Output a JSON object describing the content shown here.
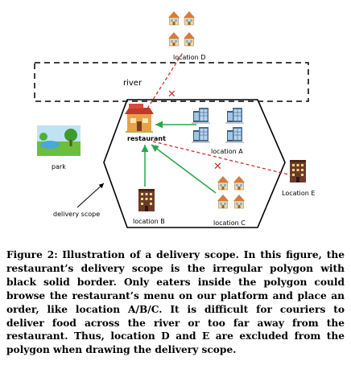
{
  "diagram": {
    "labels": {
      "location_d": "location D",
      "river": "river",
      "restaurant": "restaurant",
      "location_a": "location A",
      "park": "park",
      "location_e": "Location E",
      "delivery_scope": "delivery scope",
      "location_b": "location B",
      "location_c": "location C"
    },
    "blocked_marker": "✕",
    "colors": {
      "allowed_route": "#2aa64a",
      "blocked_route": "#d92b2b",
      "border": "#000000"
    }
  },
  "caption": {
    "figure_label": "Figure 2:",
    "text": "Illustration of a delivery scope. In this figure, the restaurant’s delivery scope is the irregular polygon with black solid border. Only eaters inside the polygon could browse the restaurant’s menu on our platform and place an order, like location A/B/C. It is difficult for couriers to deliver food across the river or too far away from the restaurant. Thus, location D and E are excluded from the polygon when drawing the delivery scope."
  }
}
